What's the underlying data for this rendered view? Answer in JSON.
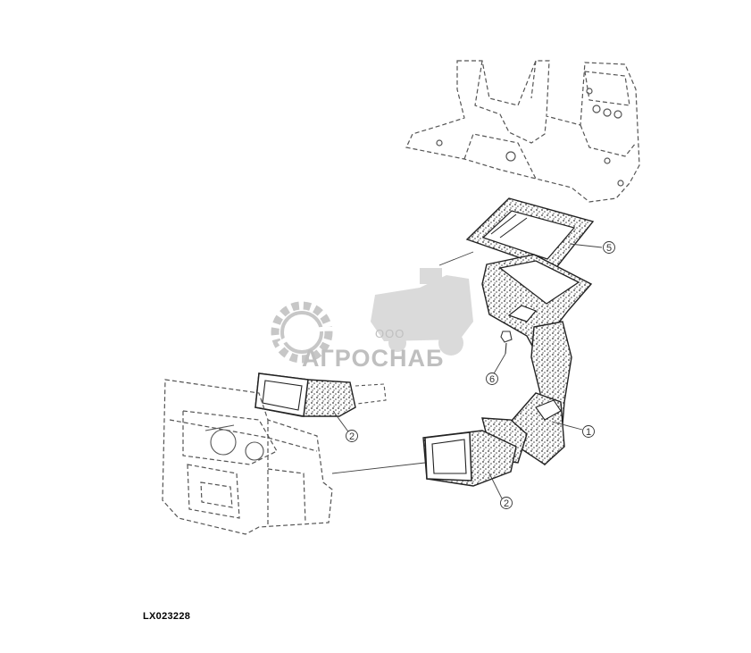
{
  "figure_id": "LX023228",
  "callouts": {
    "duct_main": "1",
    "outlet_upper": "2",
    "outlet_lower": "2",
    "gasket": "5",
    "fastener": "6"
  },
  "watermark": {
    "company": "ООО",
    "name": "АГРОСНАБ"
  }
}
